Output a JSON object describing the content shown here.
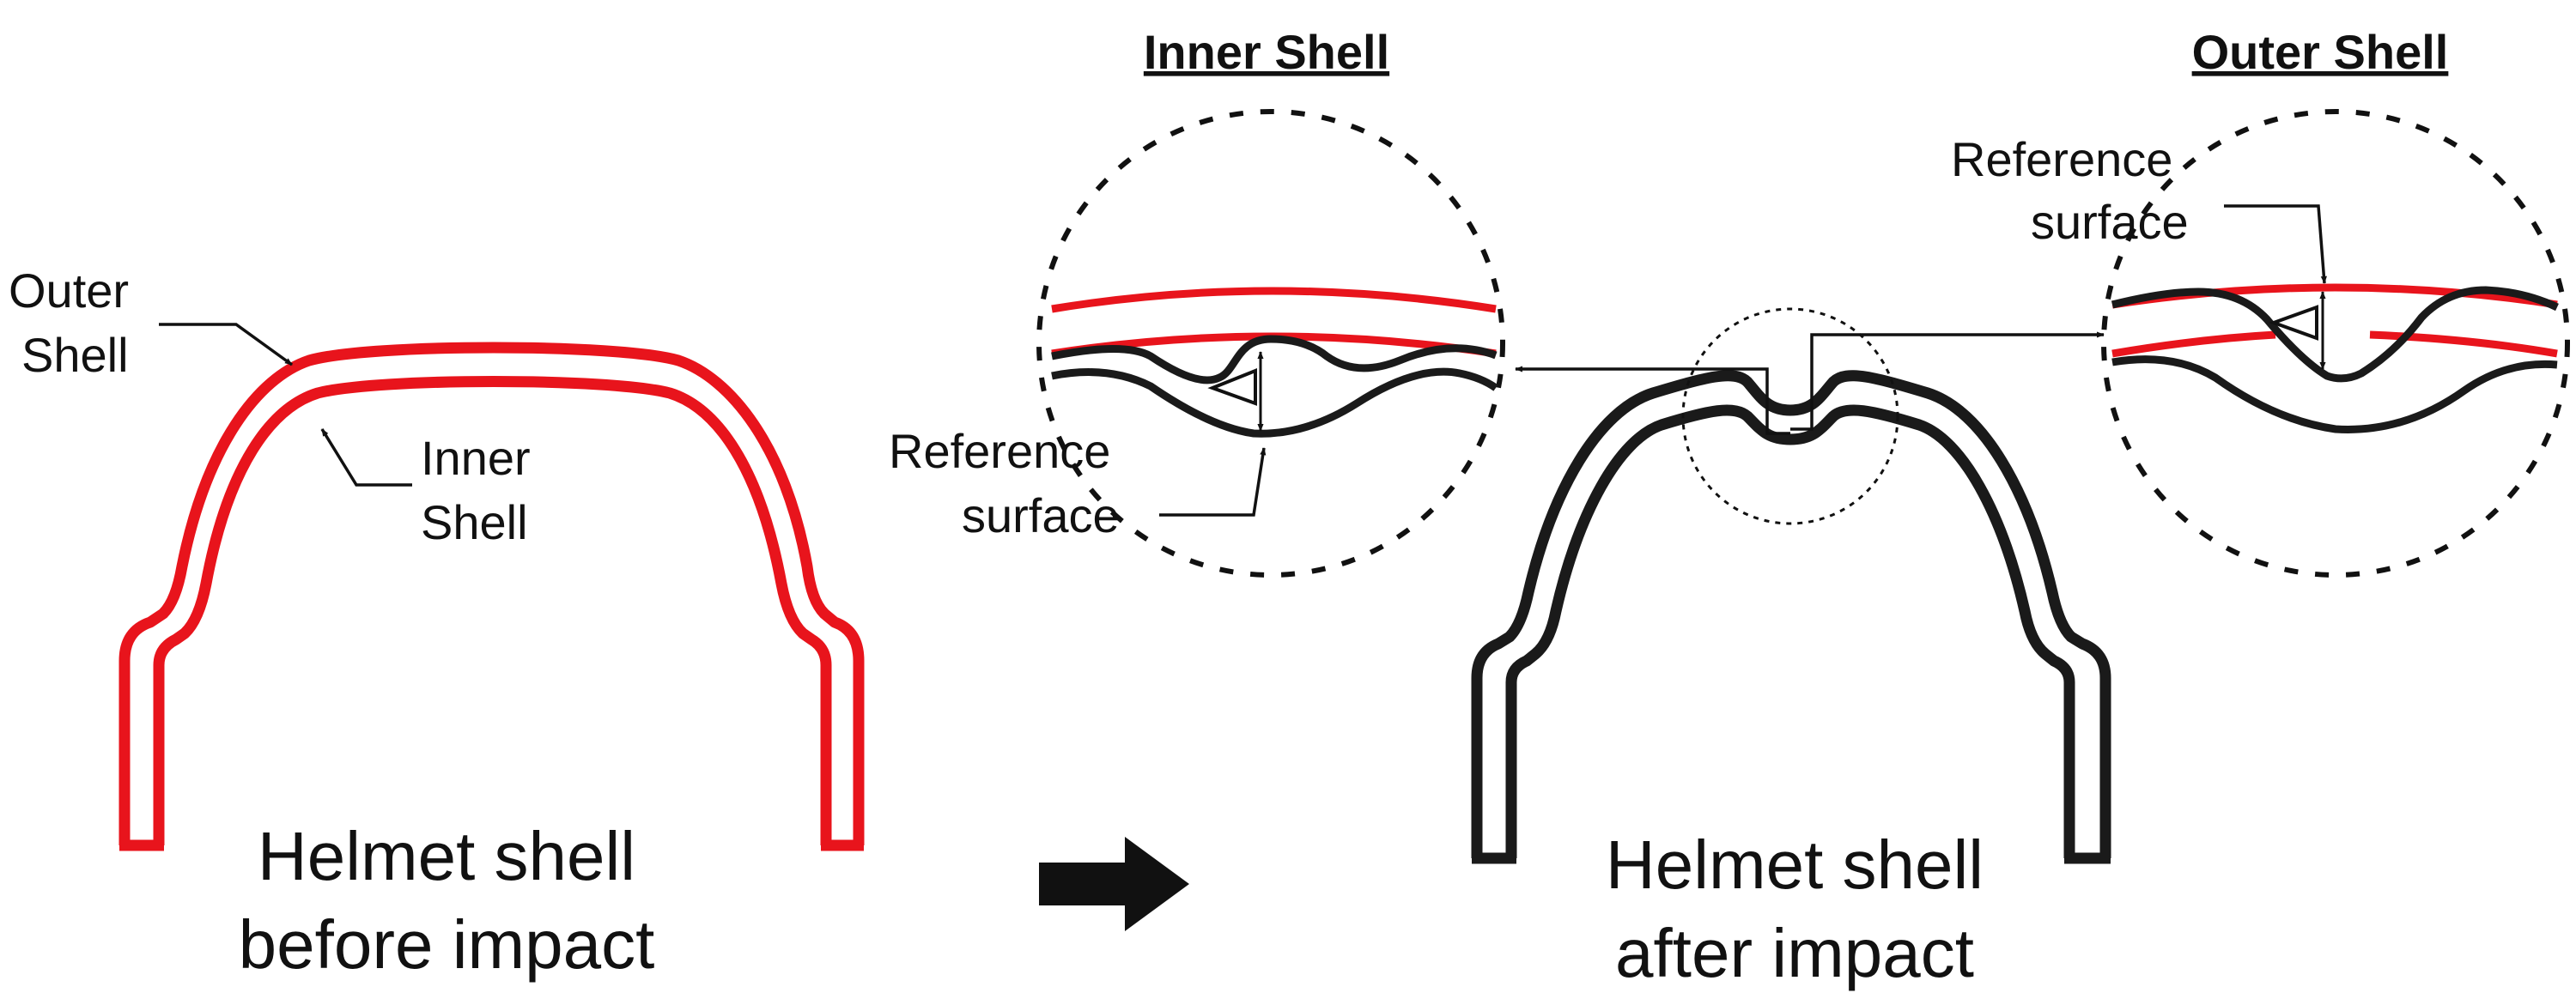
{
  "before": {
    "caption_line1": "Helmet shell",
    "caption_line2": "before impact",
    "outer_label_line1": "Outer",
    "outer_label_line2": "Shell",
    "inner_label_line1": "Inner",
    "inner_label_line2": "Shell"
  },
  "after": {
    "caption_line1": "Helmet shell",
    "caption_line2": "after impact"
  },
  "detail_inner": {
    "heading": "Inner Shell",
    "ref_line1": "Reference",
    "ref_line2": "surface"
  },
  "detail_outer": {
    "heading": "Outer Shell",
    "ref_line1": "Reference",
    "ref_line2": "surface"
  },
  "colors": {
    "reference_red": "#e8141c",
    "shell_black": "#1a1a1a"
  }
}
